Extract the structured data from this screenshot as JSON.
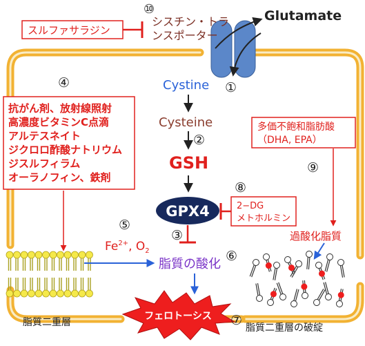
{
  "colors": {
    "membrane_outer": "#f2b233",
    "membrane_inner": "#f9ecc6",
    "red": "#e0201d",
    "blue": "#2a62d8",
    "purple": "#7a33c7",
    "brown": "#8a3d2e",
    "navy": "#17295c",
    "transporter": "#5b87c9",
    "dark": "#222222"
  },
  "transporter": {
    "label_line1": "シスチン・トラ",
    "label_line2": "ンスポーター",
    "number": "⑩",
    "glutamate": "Glutamate"
  },
  "inhibitors": {
    "sulfasalazine": "スルファサラジン",
    "gpx4_inhibitors": [
      "2−DG",
      "メトホルミン"
    ],
    "gpx4_number": "⑧"
  },
  "pathway": {
    "cystine": "Cystine",
    "cystine_number": "①",
    "cysteine": "Cysteine",
    "cysteine_number": "②",
    "gsh": "GSH",
    "gpx4": "GPX4",
    "gpx4_number": "③"
  },
  "drugs": {
    "number": "④",
    "items": [
      "抗がん剤、放射線照射",
      "高濃度ビタミンC点滴",
      "アルテスネイト",
      "ジクロロ酢酸ナトリウム",
      "ジスルフィラム",
      "オーラノフィン、鉄剤"
    ]
  },
  "oxidants": {
    "number": "⑤",
    "fe": "Fe",
    "fe_sup": "2+",
    "sep": ", ",
    "o": "O",
    "o_sub": "2"
  },
  "lipid_oxidation": {
    "label": "脂質の酸化",
    "number": "⑥"
  },
  "ferroptosis": {
    "label": "フェロトーシス",
    "number": "⑦"
  },
  "pufa": {
    "line1": "多価不飽和脂肪酸",
    "line2": "（DHA, EPA）",
    "number": "⑨"
  },
  "lipid_peroxide": "過酸化脂質",
  "bilayer_label": "脂質二重層",
  "broken_bilayer_label": "脂質二重層の破綻"
}
